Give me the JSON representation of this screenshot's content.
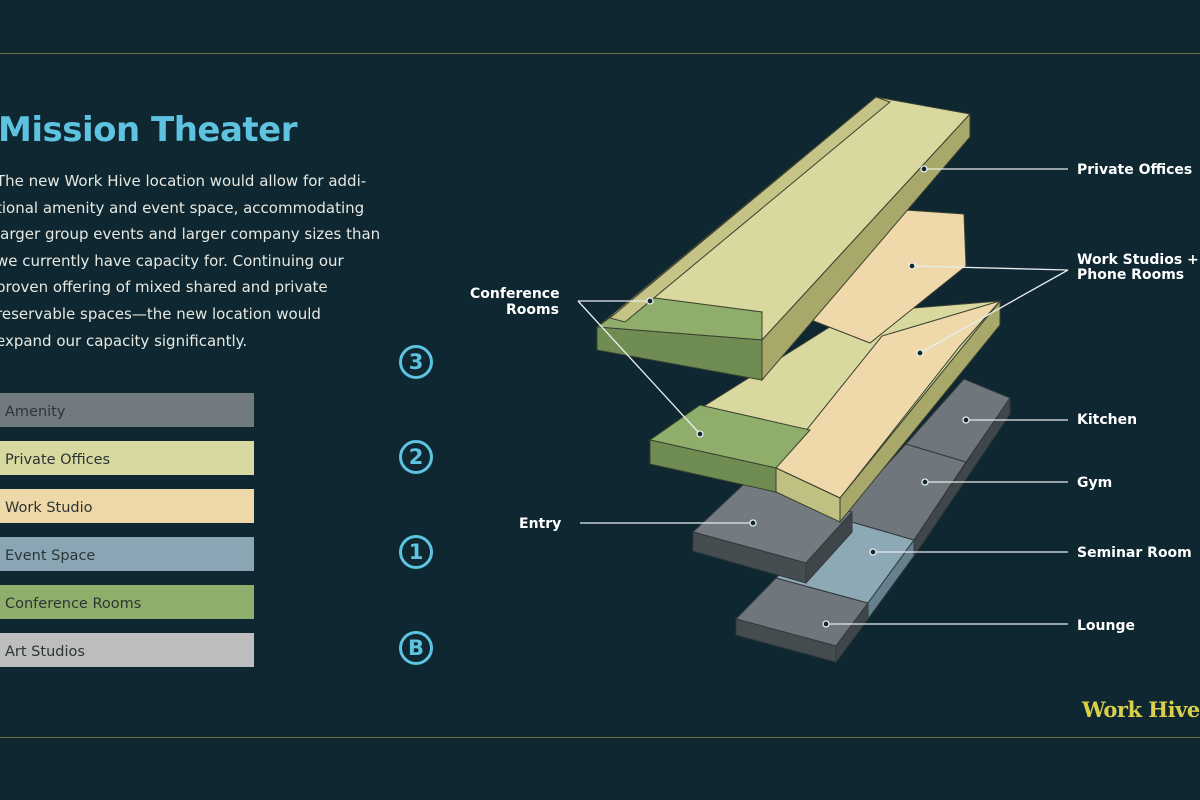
{
  "header": {
    "title": "Mission Theater",
    "description_lines": [
      "The new Work Hive location would allow for addi-",
      "tional amenity and event space, accommodating",
      "larger group events and larger company sizes than",
      "we currently have capacity for. Continuing our",
      "proven offering of mixed shared and private",
      "reservable spaces—the new location would",
      "expand our capacity significantly."
    ]
  },
  "legend": [
    {
      "label": "Amenity",
      "color": "#717a7f"
    },
    {
      "label": "Private Offices",
      "color": "#d8d9a0"
    },
    {
      "label": "Work Studio",
      "color": "#eed7a8"
    },
    {
      "label": "Event Space",
      "color": "#8aa6b4"
    },
    {
      "label": "Conference Rooms",
      "color": "#8fae6c"
    },
    {
      "label": "Art Studios",
      "color": "#bdbdbd"
    }
  ],
  "floors": [
    "3",
    "2",
    "1",
    "B"
  ],
  "callouts": {
    "private_offices": "Private Offices",
    "work_studios_line1": "Work Studios +",
    "work_studios_line2": "Phone Rooms",
    "conference_line1": "Conference",
    "conference_line2": "Rooms",
    "kitchen": "Kitchen",
    "gym": "Gym",
    "entry": "Entry",
    "seminar_room": "Seminar Room",
    "lounge": "Lounge"
  },
  "brand": "Work Hive",
  "colors": {
    "background": "#0e2730",
    "accent": "#5ec3e0",
    "rule": "#8a8c4a",
    "brand": "#d9cf4a",
    "amenity": "#717a7f",
    "private_offices": "#d8d9a0",
    "work_studio": "#eed7a8",
    "event_space": "#8aa6b4",
    "conference_rooms": "#8fae6c"
  }
}
